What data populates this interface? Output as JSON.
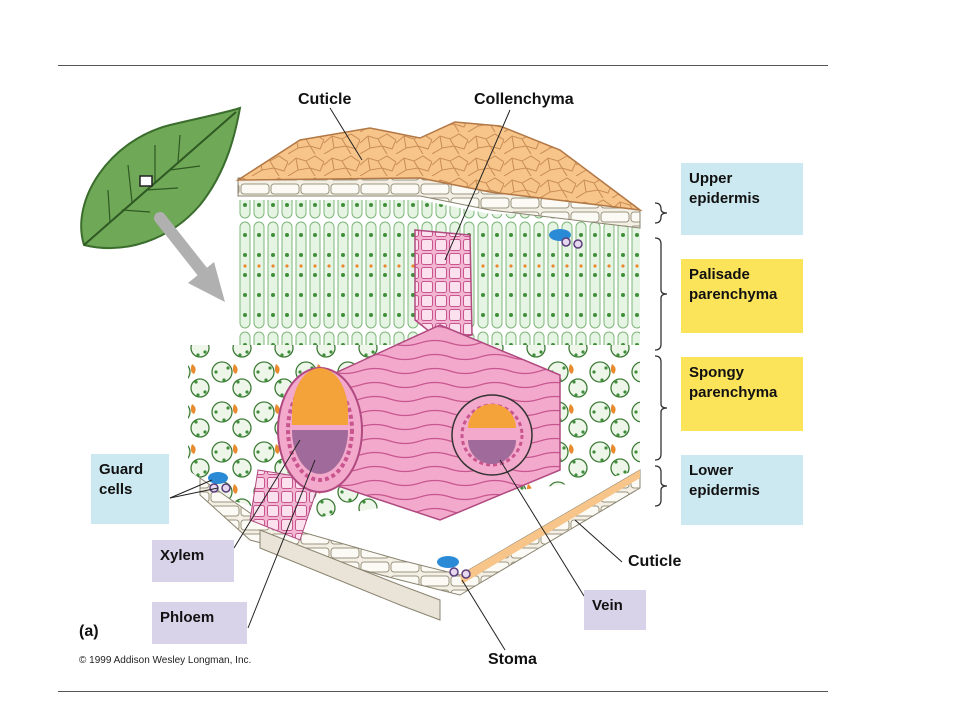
{
  "labels": {
    "cuticle_top": "Cuticle",
    "collenchyma": "Collenchyma",
    "cuticle_bottom": "Cuticle",
    "stoma": "Stoma",
    "panel_letter": "(a)"
  },
  "boxes": {
    "upper_epidermis": [
      "Upper",
      "epidermis"
    ],
    "palisade": [
      "Palisade",
      "parenchyma"
    ],
    "spongy": [
      "Spongy",
      "parenchyma"
    ],
    "lower_epidermis": [
      "Lower",
      "epidermis"
    ],
    "guard_cells": [
      "Guard",
      "cells"
    ],
    "xylem": [
      "Xylem"
    ],
    "phloem": [
      "Phloem"
    ],
    "vein": [
      "Vein"
    ]
  },
  "copyright": "© 1999 Addison Wesley Longman, Inc.",
  "colors": {
    "blue_box": "#cce9f1",
    "yellow_box": "#fbe35a",
    "purple_box": "#d9d3e9",
    "cuticle": "#f7c48a",
    "palisade_cell": "#e6f4e4",
    "chloroplast": "#3f8f3a",
    "vein_pink": "#e889b6",
    "xylem_orange": "#f4a23a",
    "phloem_purple": "#a06a9a",
    "orange_cell": "#e98a2f",
    "leaf_green": "#6fa856"
  }
}
